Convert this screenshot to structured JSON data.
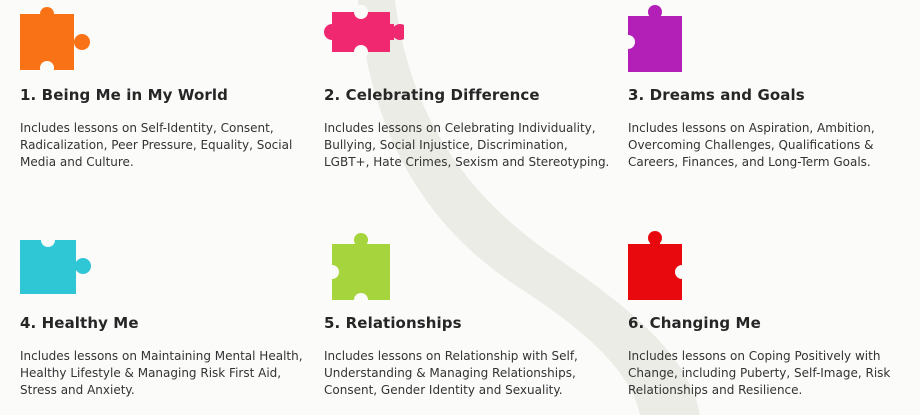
{
  "cards": [
    {
      "title": "1. Being Me in My World",
      "description": "Includes lessons on Self-Identity, Consent, Radicalization, Peer Pressure, Equality, Social Media and Culture.",
      "color": "#f97316",
      "icon": "puzzle-piece-icon"
    },
    {
      "title": "2. Celebrating Difference",
      "description": "Includes lessons on Celebrating Individuality, Bullying, Social Injustice, Discrimination, LGBT+, Hate Crimes, Sexism and Stereotyping.",
      "color": "#f0286f",
      "icon": "puzzle-piece-icon"
    },
    {
      "title": "3. Dreams and Goals",
      "description": "Includes lessons on Aspiration, Ambition, Overcoming Challenges, Qualifications & Careers, Finances, and Long-Term Goals.",
      "color": "#b320b8",
      "icon": "puzzle-piece-icon"
    },
    {
      "title": "4. Healthy Me",
      "description": "Includes lessons on Maintaining Mental Health, Healthy Lifestyle & Managing Risk First Aid, Stress and Anxiety.",
      "color": "#2fc6d6",
      "icon": "puzzle-piece-icon"
    },
    {
      "title": "5. Relationships",
      "description": "Includes lessons on Relationship with Self, Understanding & Managing Relationships, Consent, Gender Identity and Sexuality.",
      "color": "#a6d43d",
      "icon": "puzzle-piece-icon"
    },
    {
      "title": "6. Changing Me",
      "description": "Includes lessons on Coping Positively with Change, including Puberty, Self-Image, Risk Relationships and Resilience.",
      "color": "#e8090f",
      "icon": "puzzle-piece-icon"
    }
  ]
}
